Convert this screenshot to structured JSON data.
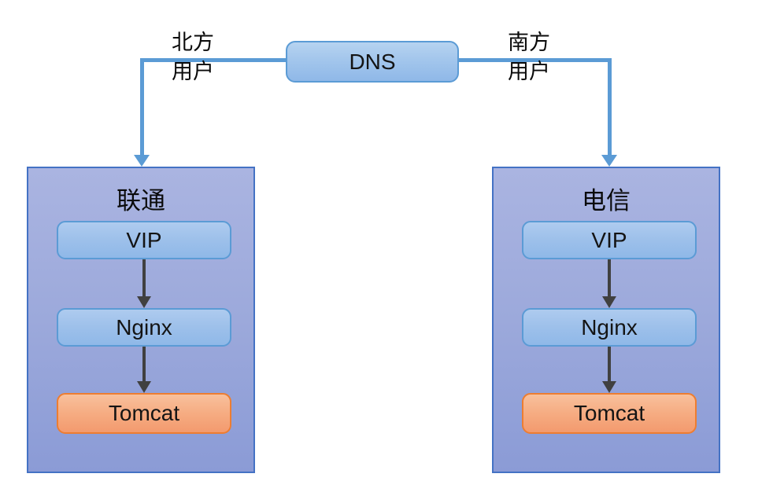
{
  "diagram": {
    "dns": {
      "label": "DNS"
    },
    "edges": {
      "north_label": "北方\n用户",
      "south_label": "南方\n用户"
    },
    "groups": [
      {
        "title": "联通",
        "nodes": [
          {
            "label": "VIP"
          },
          {
            "label": "Nginx"
          },
          {
            "label": "Tomcat"
          }
        ]
      },
      {
        "title": "电信",
        "nodes": [
          {
            "label": "VIP"
          },
          {
            "label": "Nginx"
          },
          {
            "label": "Tomcat"
          }
        ]
      }
    ]
  },
  "colors": {
    "connector_blue": "#5B9BD5",
    "container_border": "#4472C4",
    "container_fill_top": "#AAB4E1",
    "container_fill_bottom": "#8B9BD6",
    "node_blue_top": "#AECBEF",
    "node_blue_bottom": "#8FB8E8",
    "node_blue_border": "#5B9BD5",
    "node_orange_top": "#F8C09C",
    "node_orange_bottom": "#F39A6E",
    "node_orange_border": "#ED7D31",
    "inner_arrow": "#404040"
  }
}
